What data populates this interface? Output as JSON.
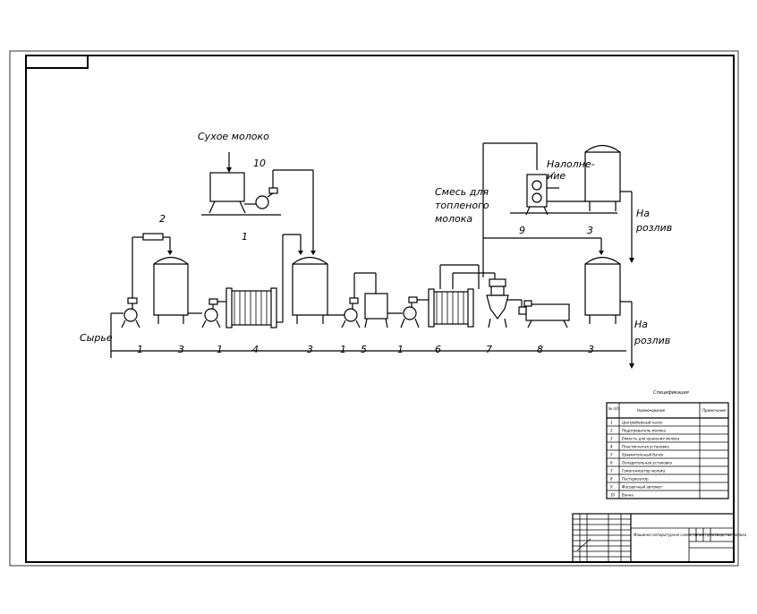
{
  "labels": {
    "dry_milk": "Сухое молоко",
    "raw": "Сырье",
    "filling": "Налолне-",
    "filling2": "ние",
    "melted_mix_1": "Смесь для",
    "melted_mix_2": "топленого",
    "melted_mix_3": "молока",
    "to_bottling_1a": "На",
    "to_bottling_1b": "розлив",
    "to_bottling_2a": "На",
    "to_bottling_2b": "розлив"
  },
  "numbers": {
    "pump_top": "1",
    "tank10": "10",
    "heater2": "2",
    "n9": "9",
    "n3_top": "3",
    "row": [
      "1",
      "3",
      "1",
      "4",
      "3",
      "1",
      "5",
      "1",
      "6",
      "7",
      "8",
      "3"
    ]
  },
  "spec": {
    "title": "Спецификация",
    "col_num": "№ п/п",
    "col_name": "Наименование",
    "col_note": "Примечание",
    "rows": [
      {
        "n": "1",
        "name": "Центробежный насос"
      },
      {
        "n": "2",
        "name": "Подогреватель молока"
      },
      {
        "n": "3",
        "name": "Емкость для хранения молока"
      },
      {
        "n": "4",
        "name": "Пластинчатая установка"
      },
      {
        "n": "5",
        "name": "Уравнительный бачок"
      },
      {
        "n": "6",
        "name": "Охладительная установка"
      },
      {
        "n": "7",
        "name": "Гомогенизатор молока"
      },
      {
        "n": "8",
        "name": "Пастеризатор"
      },
      {
        "n": "9",
        "name": "Фасовочный автомат"
      },
      {
        "n": "10",
        "name": "Ванна"
      }
    ]
  },
  "stamp": {
    "title": "Машинно-аппаратурная схема линии производства молока"
  }
}
